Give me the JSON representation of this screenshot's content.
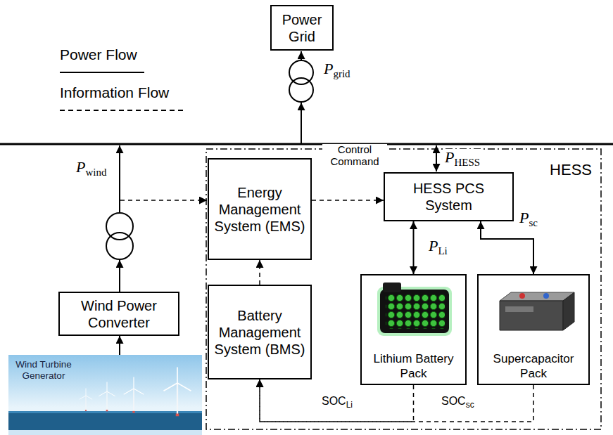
{
  "diagram": {
    "nodes": [
      {
        "text": [
          "Power Grid"
        ]
      },
      {
        "text": [
          "HESS"
        ]
      },
      {
        "text": [
          "Energy Management System (EMS)"
        ],
        "in": 1
      },
      {
        "text": [
          "Battery Management System (BMS)"
        ],
        "in": 1
      },
      {
        "text": [
          "HESS PCS System"
        ],
        "in": 1
      },
      {
        "text": [
          "Lithium Battery Pack"
        ],
        "in": 1
      },
      {
        "text": [
          "Supercapacitor Pack"
        ],
        "in": 1
      },
      {
        "text": [
          "Wind Power Converter"
        ]
      },
      {
        "text": [
          "Wind Turbine Generator"
        ]
      }
    ],
    "edges": [
      {
        "from": 3,
        "to": 2,
        "arrow": "to"
      },
      {
        "from": 2,
        "to": 4,
        "label": "Control Command",
        "arrow": "to"
      },
      {
        "from": 4,
        "to": 5,
        "label": "PLi",
        "arrow": "both"
      },
      {
        "from": 4,
        "to": 6,
        "label": "Psc",
        "arrow": "both"
      },
      {
        "from": 5,
        "to": 3,
        "label": "SOCLi",
        "arrow": "to"
      },
      {
        "from": 6,
        "to": 3,
        "label": "SOCsc",
        "arrow": "to"
      },
      {
        "from": 8,
        "to": 7,
        "arrow": "to"
      }
    ],
    "labels": [
      "Pgrid",
      "Pwind",
      "PHESS"
    ],
    "legend": [
      {
        "text": "Power Flow"
      },
      {
        "text": "Information Flow"
      }
    ]
  }
}
